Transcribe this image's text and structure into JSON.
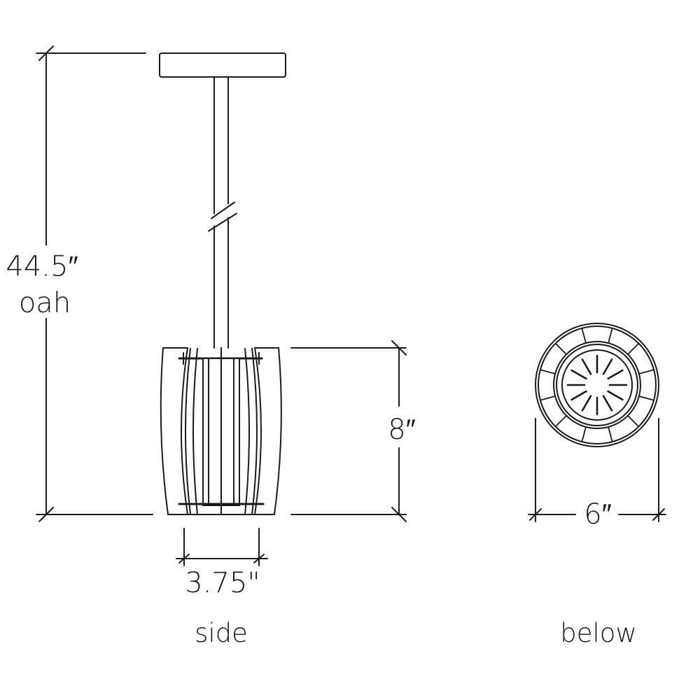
{
  "dimensions": {
    "overall_height": "44.5″",
    "overall_height_note": "oah",
    "shade_height": "8″",
    "shade_base_width": "3.75\"",
    "bottom_diameter": "6″"
  },
  "views": {
    "side": "side",
    "below": "below"
  },
  "colors": {
    "line": "#1a1a1a",
    "background": "#ffffff"
  }
}
